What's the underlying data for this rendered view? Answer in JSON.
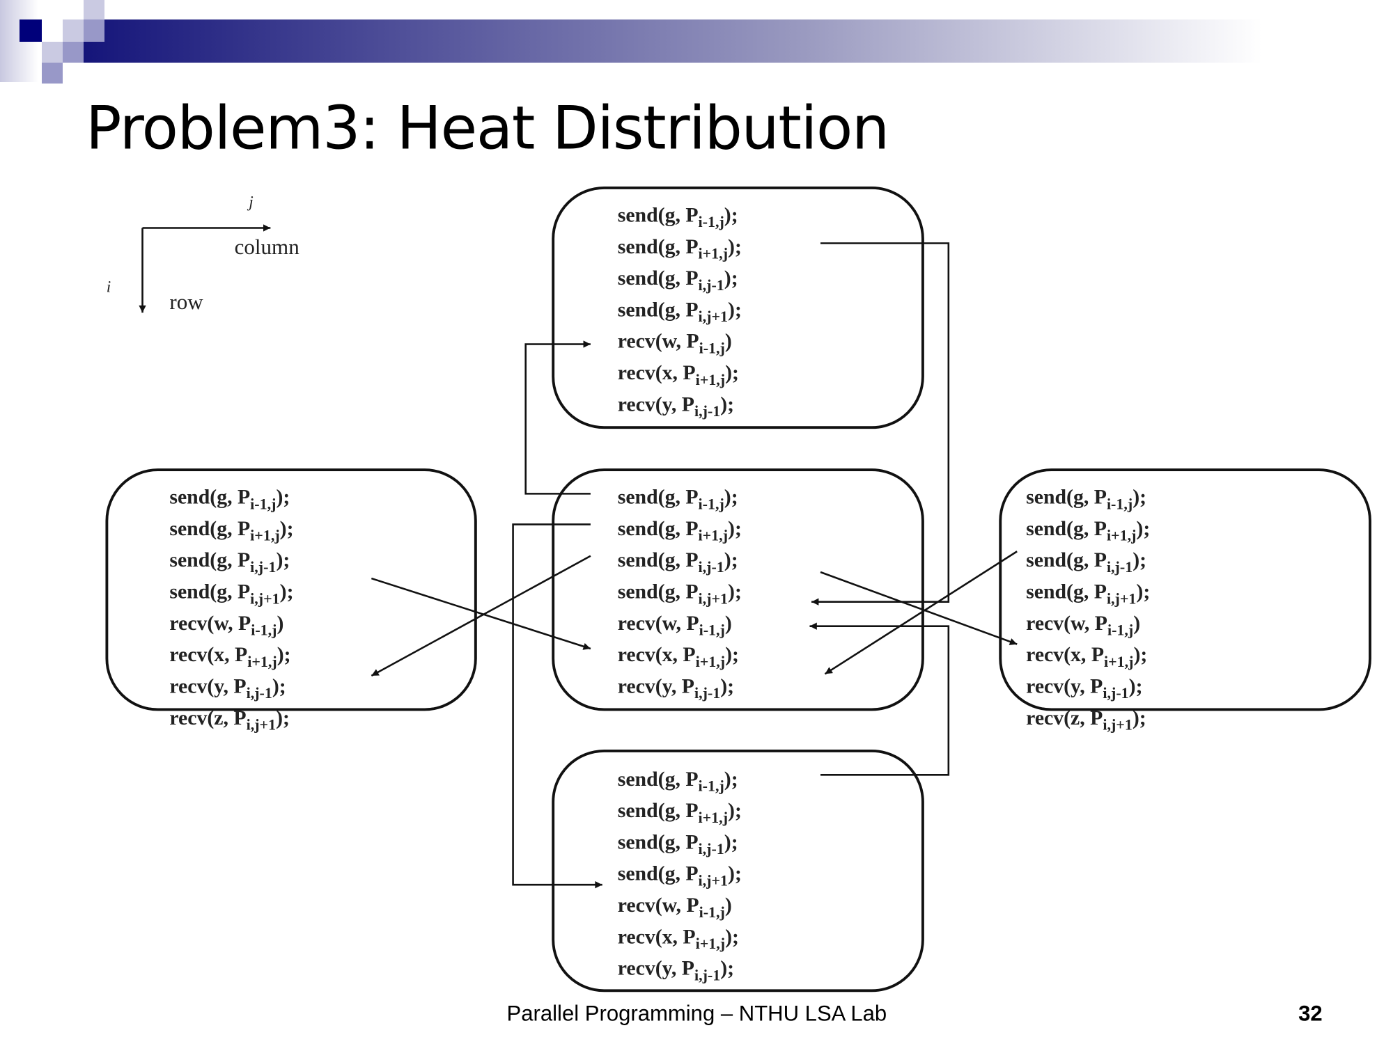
{
  "slide": {
    "title": "Problem3: Heat Distribution",
    "footer": "Parallel Programming – NTHU LSA Lab",
    "page_number": "32",
    "accent_color": "#1a1a7a"
  },
  "axes": {
    "j": "j",
    "column": "column",
    "i": "i",
    "row": "row"
  },
  "boxes": {
    "top": [
      {
        "fn": "send(g, P",
        "sub": "i-1,j",
        "end": ");"
      },
      {
        "fn": "send(g, P",
        "sub": "i+1,j",
        "end": ");"
      },
      {
        "fn": "send(g, P",
        "sub": "i,j-1",
        "end": ");"
      },
      {
        "fn": "send(g, P",
        "sub": "i,j+1",
        "end": ");"
      },
      {
        "fn": "recv(w, P",
        "sub": "i-1,j",
        "end": ")"
      },
      {
        "fn": "recv(x, P",
        "sub": "i+1,j",
        "end": ");"
      },
      {
        "fn": "recv(y, P",
        "sub": "i,j-1",
        "end": ");"
      }
    ],
    "left": [
      {
        "fn": "send(g, P",
        "sub": "i-1,j",
        "end": ");"
      },
      {
        "fn": "send(g, P",
        "sub": "i+1,j",
        "end": ");"
      },
      {
        "fn": "send(g, P",
        "sub": "i,j-1",
        "end": ");"
      },
      {
        "fn": "send(g, P",
        "sub": "i,j+1",
        "end": ");"
      },
      {
        "fn": "recv(w, P",
        "sub": "i-1,j",
        "end": ")"
      },
      {
        "fn": "recv(x, P",
        "sub": "i+1,j",
        "end": ");"
      },
      {
        "fn": "recv(y, P",
        "sub": "i,j-1",
        "end": ");"
      },
      {
        "fn": "recv(z, P",
        "sub": "i,j+1",
        "end": ");"
      }
    ],
    "center": [
      {
        "fn": "send(g, P",
        "sub": "i-1,j",
        "end": ");"
      },
      {
        "fn": "send(g, P",
        "sub": "i+1,j",
        "end": ");"
      },
      {
        "fn": "send(g, P",
        "sub": "i,j-1",
        "end": ");"
      },
      {
        "fn": "send(g, P",
        "sub": "i,j+1",
        "end": ");"
      },
      {
        "fn": "recv(w, P",
        "sub": "i-1,j",
        "end": ")"
      },
      {
        "fn": "recv(x, P",
        "sub": "i+1,j",
        "end": ");"
      },
      {
        "fn": "recv(y, P",
        "sub": "i,j-1",
        "end": ");"
      }
    ],
    "right": [
      {
        "fn": "send(g, P",
        "sub": "i-1,j",
        "end": ");"
      },
      {
        "fn": "send(g, P",
        "sub": "i+1,j",
        "end": ");"
      },
      {
        "fn": "send(g, P",
        "sub": "i,j-1",
        "end": ");"
      },
      {
        "fn": "send(g, P",
        "sub": "i,j+1",
        "end": ");"
      },
      {
        "fn": "recv(w, P",
        "sub": "i-1,j",
        "end": ")"
      },
      {
        "fn": "recv(x, P",
        "sub": "i+1,j",
        "end": ");"
      },
      {
        "fn": "recv(y, P",
        "sub": "i,j-1",
        "end": ");"
      },
      {
        "fn": "recv(z, P",
        "sub": "i,j+1",
        "end": ");"
      }
    ],
    "bottom": [
      {
        "fn": "send(g, P",
        "sub": "i-1,j",
        "end": ");"
      },
      {
        "fn": "send(g, P",
        "sub": "i+1,j",
        "end": ");"
      },
      {
        "fn": "send(g, P",
        "sub": "i,j-1",
        "end": ");"
      },
      {
        "fn": "send(g, P",
        "sub": "i,j+1",
        "end": ");"
      },
      {
        "fn": "recv(w, P",
        "sub": "i-1,j",
        "end": ")"
      },
      {
        "fn": "recv(x, P",
        "sub": "i+1,j",
        "end": ");"
      },
      {
        "fn": "recv(y, P",
        "sub": "i,j-1",
        "end": ");"
      }
    ]
  }
}
